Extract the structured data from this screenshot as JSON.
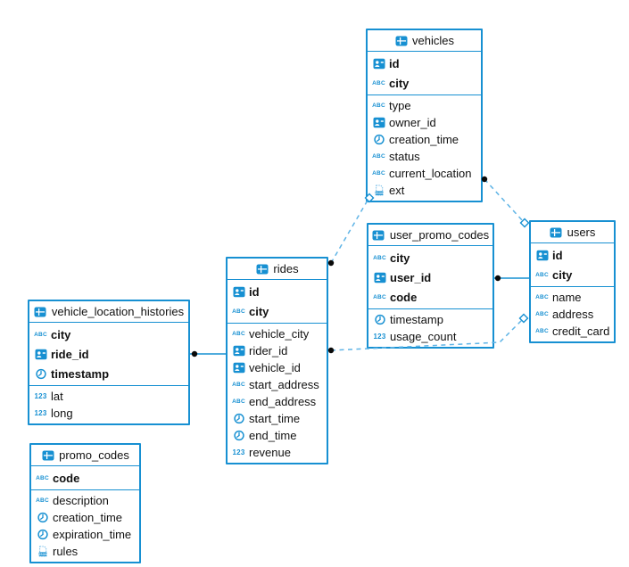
{
  "colors": {
    "accent": "#1790d2",
    "dash": "#5fb4e6",
    "text": "#111111",
    "background": "#ffffff",
    "connector_dot": "#0a0a0a"
  },
  "type_icons": {
    "abc": "ABC",
    "num": "123",
    "id_badge": "id-badge-icon",
    "clock": "clock-icon",
    "json": "json-document-icon",
    "table": "table-grid-icon"
  },
  "tables": {
    "vehicles": {
      "title": "vehicles",
      "pk": [
        {
          "name": "id"
        },
        {
          "name": "city"
        }
      ],
      "columns": [
        {
          "name": "type"
        },
        {
          "name": "owner_id"
        },
        {
          "name": "creation_time"
        },
        {
          "name": "status"
        },
        {
          "name": "current_location"
        },
        {
          "name": "ext"
        }
      ]
    },
    "user_promo_codes": {
      "title": "user_promo_codes",
      "pk": [
        {
          "name": "city"
        },
        {
          "name": "user_id"
        },
        {
          "name": "code"
        }
      ],
      "columns": [
        {
          "name": "timestamp"
        },
        {
          "name": "usage_count"
        }
      ]
    },
    "users": {
      "title": "users",
      "pk": [
        {
          "name": "id"
        },
        {
          "name": "city"
        }
      ],
      "columns": [
        {
          "name": "name"
        },
        {
          "name": "address"
        },
        {
          "name": "credit_card"
        }
      ]
    },
    "rides": {
      "title": "rides",
      "pk": [
        {
          "name": "id"
        },
        {
          "name": "city"
        }
      ],
      "columns": [
        {
          "name": "vehicle_city"
        },
        {
          "name": "rider_id"
        },
        {
          "name": "vehicle_id"
        },
        {
          "name": "start_address"
        },
        {
          "name": "end_address"
        },
        {
          "name": "start_time"
        },
        {
          "name": "end_time"
        },
        {
          "name": "revenue"
        }
      ]
    },
    "vehicle_location_histories": {
      "title": "vehicle_location_histories",
      "pk": [
        {
          "name": "city"
        },
        {
          "name": "ride_id"
        },
        {
          "name": "timestamp"
        }
      ],
      "columns": [
        {
          "name": "lat"
        },
        {
          "name": "long"
        }
      ]
    },
    "promo_codes": {
      "title": "promo_codes",
      "pk": [
        {
          "name": "code"
        }
      ],
      "columns": [
        {
          "name": "description"
        },
        {
          "name": "creation_time"
        },
        {
          "name": "expiration_time"
        },
        {
          "name": "rules"
        }
      ]
    }
  },
  "relations": [
    {
      "from": "rides",
      "to": "vehicles",
      "line": "dashed"
    },
    {
      "from": "vehicles",
      "to": "users",
      "line": "dashed"
    },
    {
      "from": "user_promo_codes",
      "to": "users",
      "line": "solid"
    },
    {
      "from": "rides",
      "to": "users",
      "line": "dashed"
    },
    {
      "from": "vehicle_location_histories",
      "to": "rides",
      "line": "solid"
    }
  ]
}
